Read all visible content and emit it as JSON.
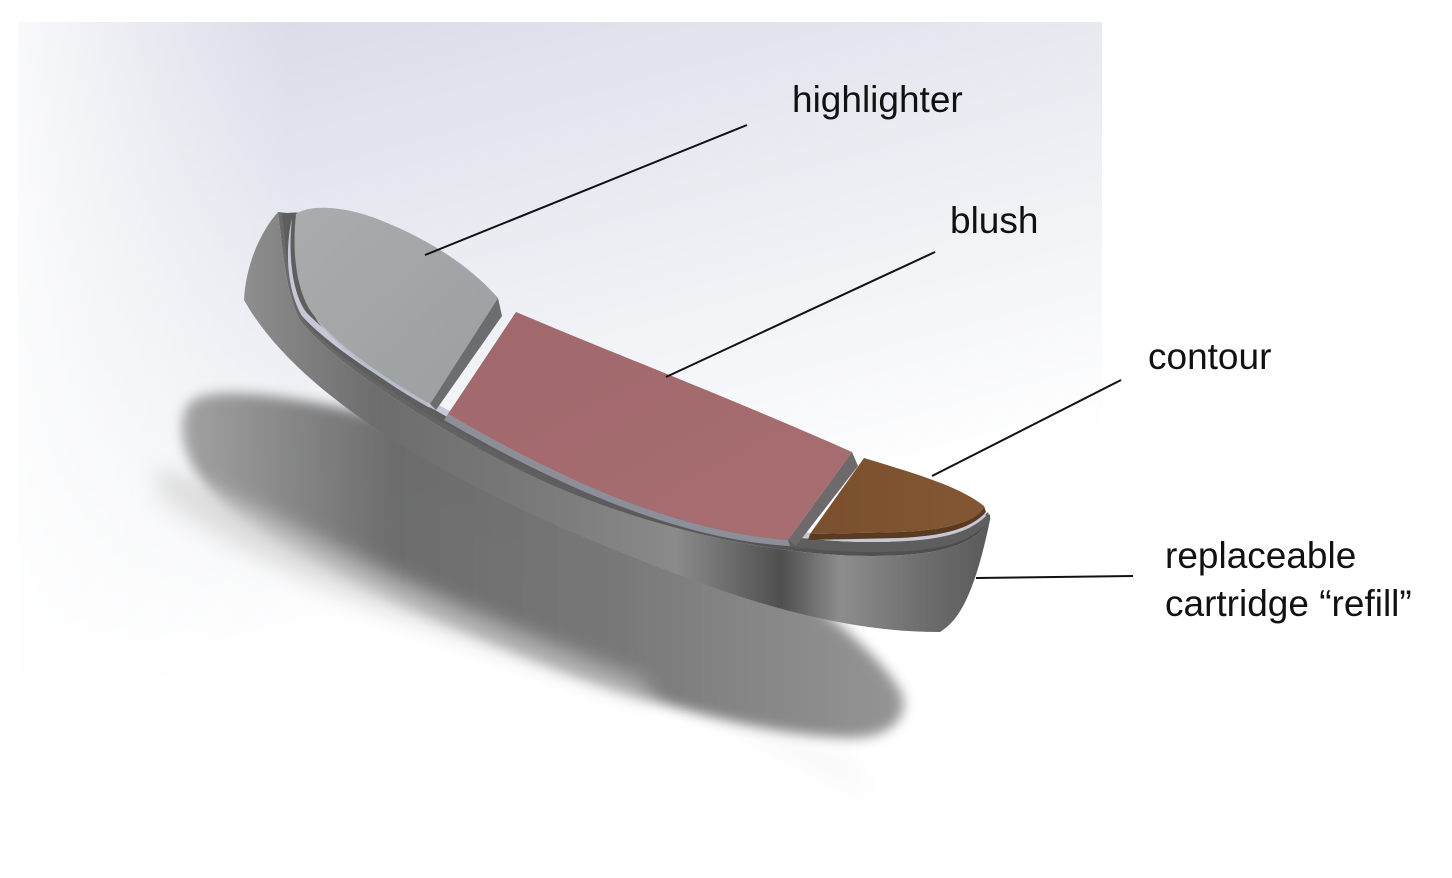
{
  "callouts": {
    "highlighter": "highlighter",
    "blush": "blush",
    "contour": "contour",
    "refill": {
      "line1": "replaceable",
      "line2": "cartridge “refill”"
    }
  },
  "colors": {
    "highlighter": "#a3a6a7",
    "blush": "#a56a6e",
    "contour": "#7e5330",
    "housing": "#7a7a7a",
    "tray": "#c4c6d4",
    "background_top": "#d9dce8"
  }
}
